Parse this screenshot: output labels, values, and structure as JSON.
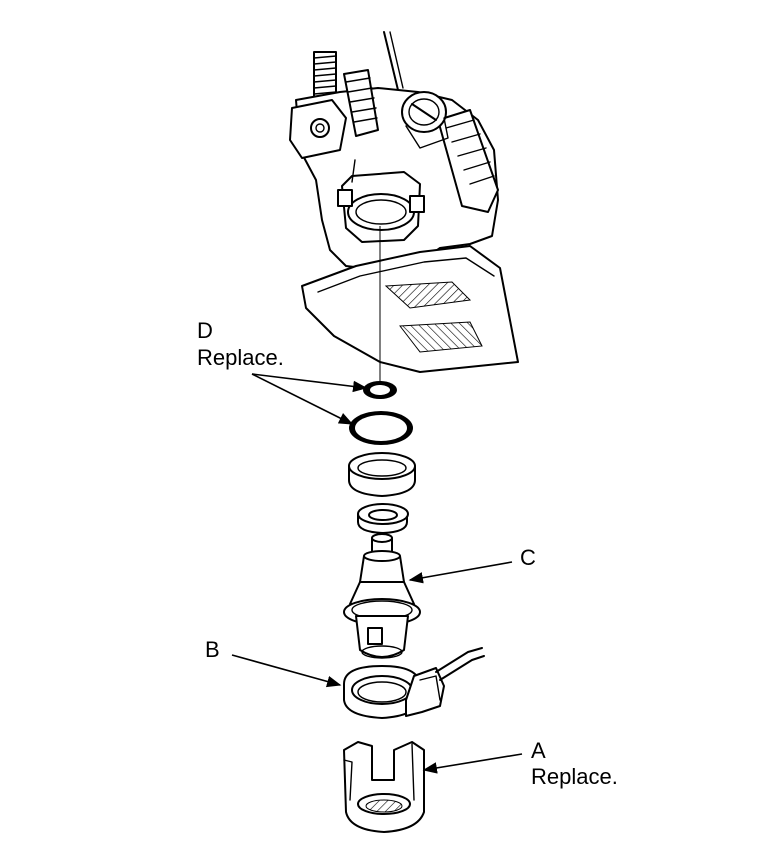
{
  "callouts": {
    "d": {
      "letter": "D",
      "note": "Replace."
    },
    "c": {
      "letter": "C"
    },
    "b": {
      "letter": "B"
    },
    "a": {
      "letter": "A",
      "note": "Replace."
    }
  },
  "colors": {
    "ink": "#000000",
    "background": "#ffffff"
  }
}
